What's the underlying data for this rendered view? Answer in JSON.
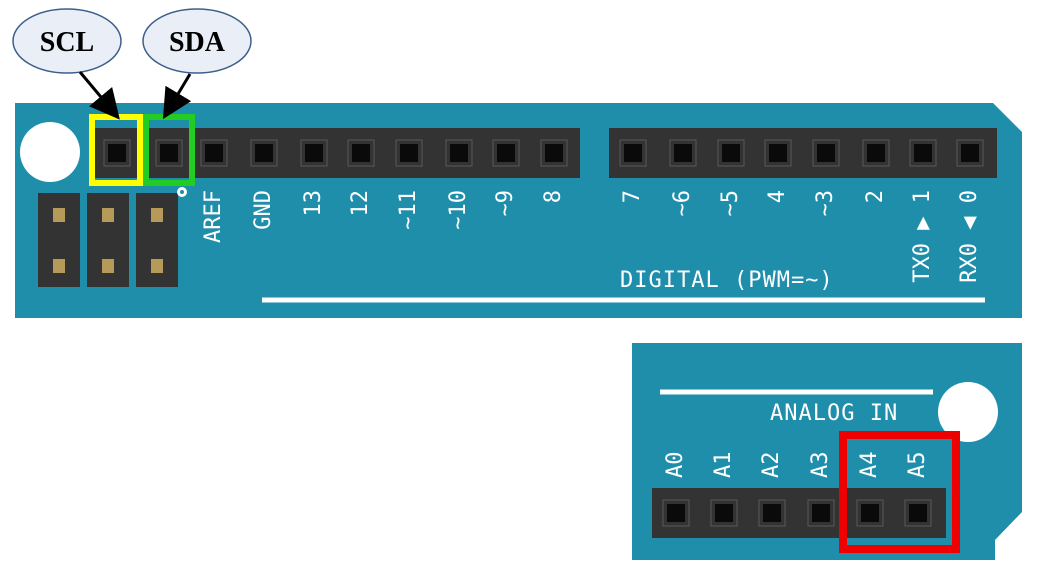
{
  "callouts": {
    "scl": "SCL",
    "sda": "SDA"
  },
  "digital_header": {
    "left_labels": [
      "AREF",
      "GND",
      "13",
      "12",
      "~11",
      "~10",
      "~9",
      "8"
    ],
    "right_labels": [
      "7",
      "~6",
      "~5",
      "4",
      "~3",
      "2",
      "TX0 ▶ 1",
      "RX0 ◀ 0"
    ],
    "title": "DIGITAL (PWM=~)"
  },
  "analog_header": {
    "title": "ANALOG IN",
    "pins": [
      "A0",
      "A1",
      "A2",
      "A3",
      "A4",
      "A5"
    ]
  },
  "colors": {
    "board": "#1f8eab",
    "header": "#333333",
    "scl_highlight": "#ffff00",
    "sda_highlight": "#22cc22",
    "analog_highlight": "#ee0000",
    "bubble_fill": "#e9eef7"
  }
}
